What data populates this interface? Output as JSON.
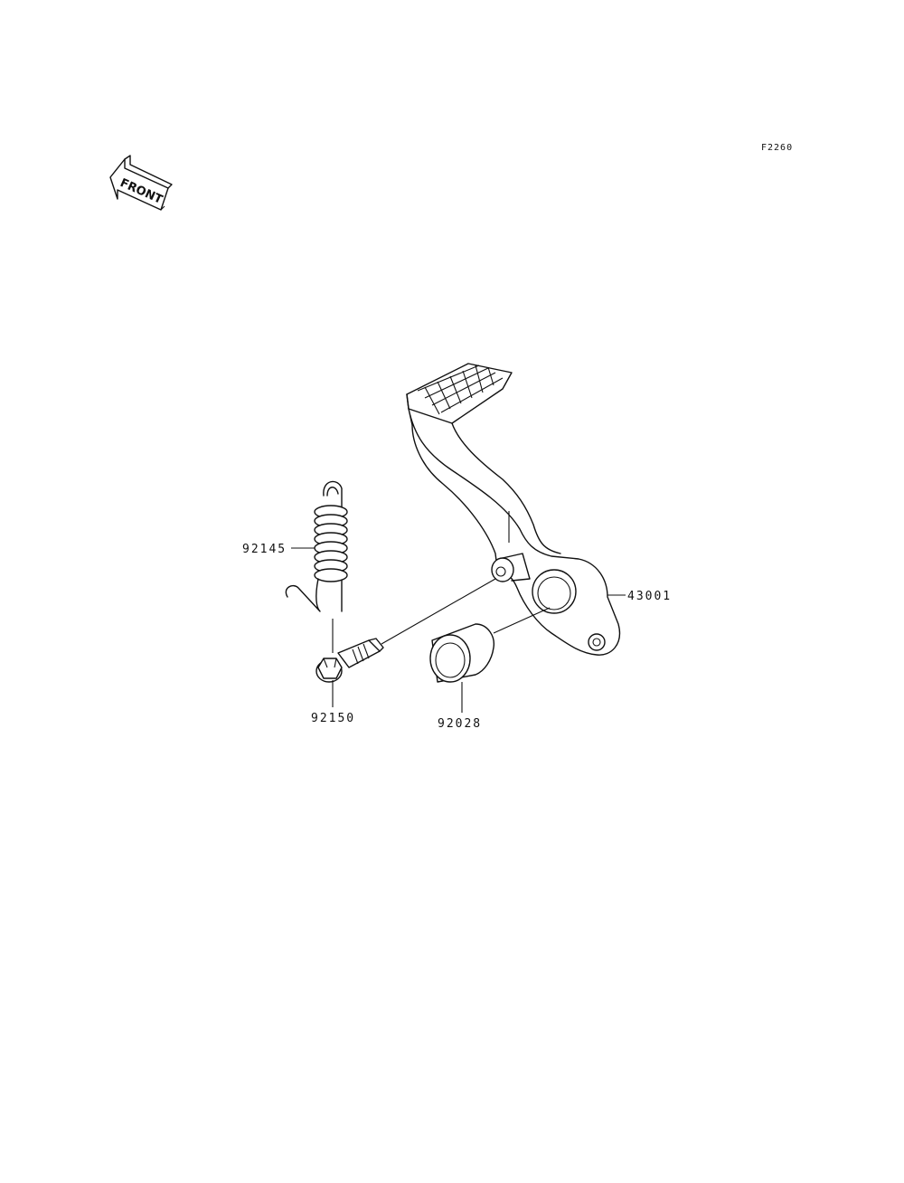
{
  "figure_code": "F2260",
  "front_indicator": {
    "label": "FRONT",
    "icon": "front-arrow-icon"
  },
  "parts": [
    {
      "number": "92145",
      "name_icon": "spring-icon"
    },
    {
      "number": "92150",
      "name_icon": "pivot-bolt-icon"
    },
    {
      "number": "92028",
      "name_icon": "bushing-icon"
    },
    {
      "number": "43001",
      "name_icon": "brake-pedal-icon"
    }
  ]
}
